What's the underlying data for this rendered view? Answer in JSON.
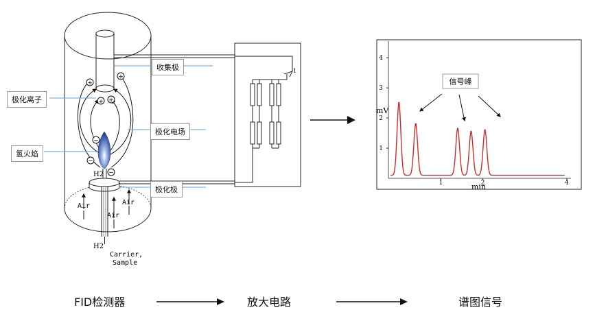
{
  "detector": {
    "labels": {
      "collector": "收集极",
      "ions": "极化离子",
      "field": "极化电场",
      "flame": "氢火焰",
      "polarizer": "极化极"
    },
    "gas": {
      "air": "Air",
      "h2_top": "H2",
      "h2_bottom": "H2",
      "carrier": "Carrier,",
      "sample": "Sample"
    },
    "charges": {
      "plus": "+",
      "minus": "−"
    }
  },
  "circuit": {
    "pointer": "1"
  },
  "captions": {
    "detector": "FID检测器",
    "amplifier": "放大电路",
    "signal": "谱图信号"
  },
  "colors": {
    "flame": "#3b5bb5",
    "trace": "#cc2b2b",
    "line": "#222222",
    "lead": "#6a9fc9"
  },
  "chart_data": {
    "type": "line",
    "xlabel": "min",
    "ylabel": "mV",
    "annotation": "信号峰",
    "xlim": [
      -0.25,
      4.1
    ],
    "ylim": [
      0,
      4.55
    ],
    "xticks": [
      "1",
      "2",
      "4"
    ],
    "yticks": [
      "1",
      "2",
      "3",
      "4"
    ],
    "xtick_values": [
      1,
      2,
      4
    ],
    "ytick_values": [
      1,
      2,
      3,
      4
    ],
    "baseline": 0.1,
    "peaks": [
      {
        "x": 0.0,
        "y": 2.5
      },
      {
        "x": 0.4,
        "y": 1.8
      },
      {
        "x": 1.4,
        "y": 1.65
      },
      {
        "x": 1.72,
        "y": 1.55
      },
      {
        "x": 2.05,
        "y": 1.6
      }
    ]
  }
}
